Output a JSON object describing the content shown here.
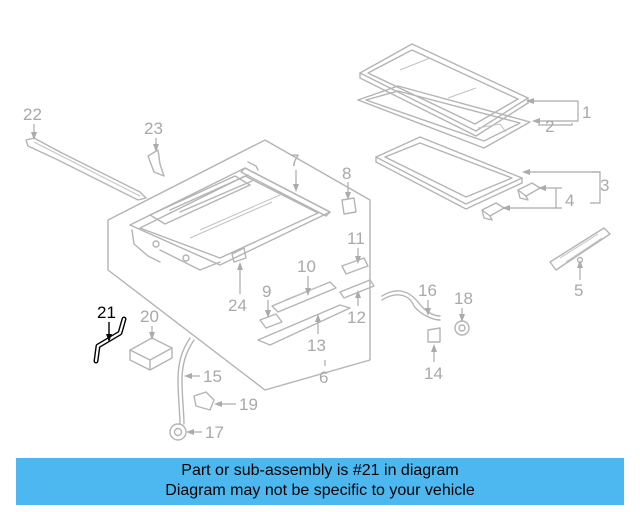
{
  "callouts": {
    "c1": "1",
    "c2": "2",
    "c3": "3",
    "c4": "4",
    "c5": "5",
    "c6": "6",
    "c7": "7",
    "c8": "8",
    "c9": "9",
    "c10": "10",
    "c11": "11",
    "c12": "12",
    "c13": "13",
    "c14": "14",
    "c15": "15",
    "c16": "16",
    "c17": "17",
    "c18": "18",
    "c19": "19",
    "c20": "20",
    "c21": "21",
    "c22": "22",
    "c23": "23",
    "c24": "24"
  },
  "highlighted_part": "21",
  "colors": {
    "banner": "#4db8f0",
    "part_lines": "#b4b4b4",
    "callout_text": "#a9a9a9",
    "highlight": "#000000"
  },
  "banner": {
    "line1": "Part or sub-assembly is #21 in diagram",
    "line2": "Diagram may not be specific to your vehicle"
  }
}
